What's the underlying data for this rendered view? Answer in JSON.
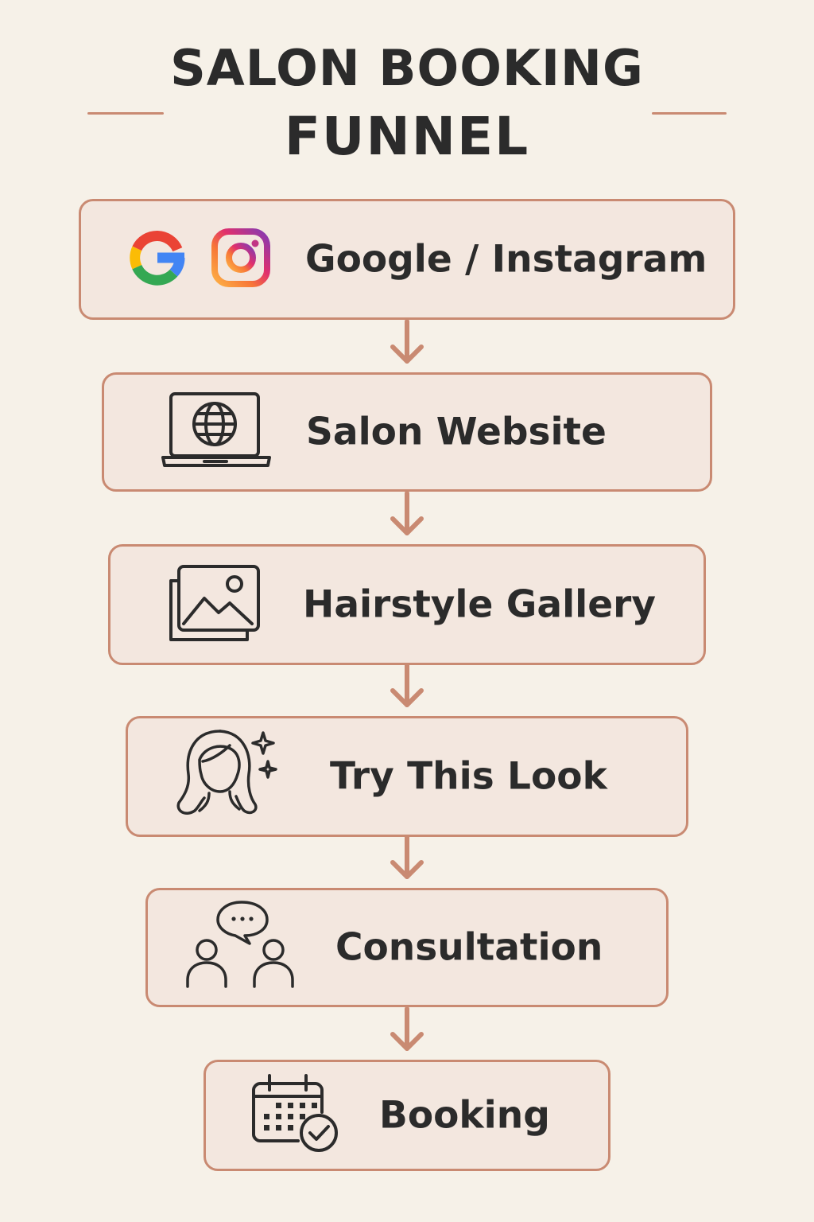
{
  "title": {
    "line1": "SALON BOOKING",
    "line2": "FUNNEL"
  },
  "colors": {
    "background": "#f6f1e8",
    "box_fill": "#f3e7df",
    "accent": "#c98a72",
    "text": "#2b2b2b"
  },
  "steps": [
    {
      "label": "Google / Instagram",
      "icons": [
        "google-icon",
        "instagram-icon"
      ]
    },
    {
      "label": "Salon Website",
      "icons": [
        "laptop-globe-icon"
      ]
    },
    {
      "label": "Hairstyle Gallery",
      "icons": [
        "image-gallery-icon"
      ]
    },
    {
      "label": "Try This Look",
      "icons": [
        "woman-sparkle-icon"
      ]
    },
    {
      "label": "Consultation",
      "icons": [
        "people-chat-icon"
      ]
    },
    {
      "label": "Booking",
      "icons": [
        "calendar-check-icon"
      ]
    }
  ]
}
